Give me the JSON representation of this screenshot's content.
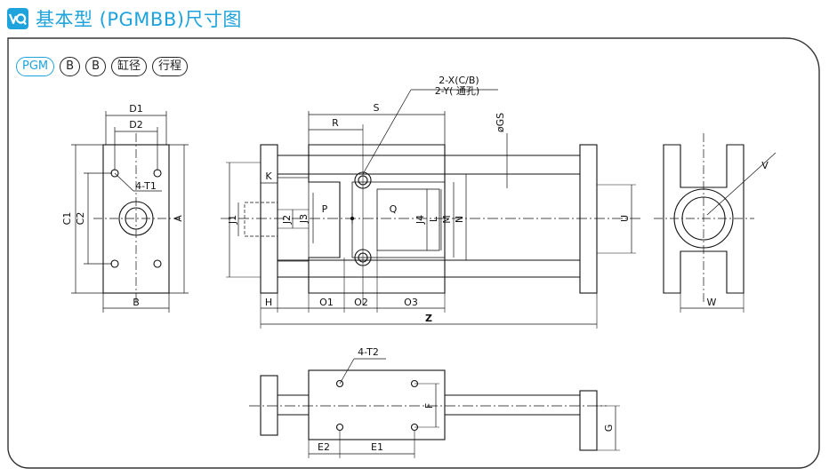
{
  "header": {
    "title": "基本型 (PGMBB)尺寸图",
    "accent_color": "#1ea3dc",
    "icon": "q-logo-icon"
  },
  "model_code": [
    "PGM",
    "B",
    "B",
    "缸径",
    "行程"
  ],
  "front_view": {
    "labels": {
      "d1": "D1",
      "d2": "D2",
      "t1": "4-T1",
      "c1": "C1",
      "c2": "C2",
      "a": "A",
      "b": "B"
    }
  },
  "main_view": {
    "labels": {
      "x": "2-X(C/B)",
      "y": "2-Y( 通孔)",
      "s": "S",
      "r": "R",
      "gs": "øGS",
      "k": "K",
      "j1": "J1",
      "j2": "J2",
      "j3": "J3",
      "p": "P",
      "q": "Q",
      "j4": "J4",
      "l": "L",
      "m": "M",
      "n": "N",
      "u": "U",
      "h": "H",
      "o1": "O1",
      "o2": "O2",
      "o3": "O3",
      "z": "Z"
    }
  },
  "side_view": {
    "labels": {
      "v": "V",
      "w": "W"
    }
  },
  "bottom_view": {
    "labels": {
      "t2": "4-T2",
      "f": "F",
      "g": "G",
      "e1": "E1",
      "e2": "E2"
    }
  }
}
